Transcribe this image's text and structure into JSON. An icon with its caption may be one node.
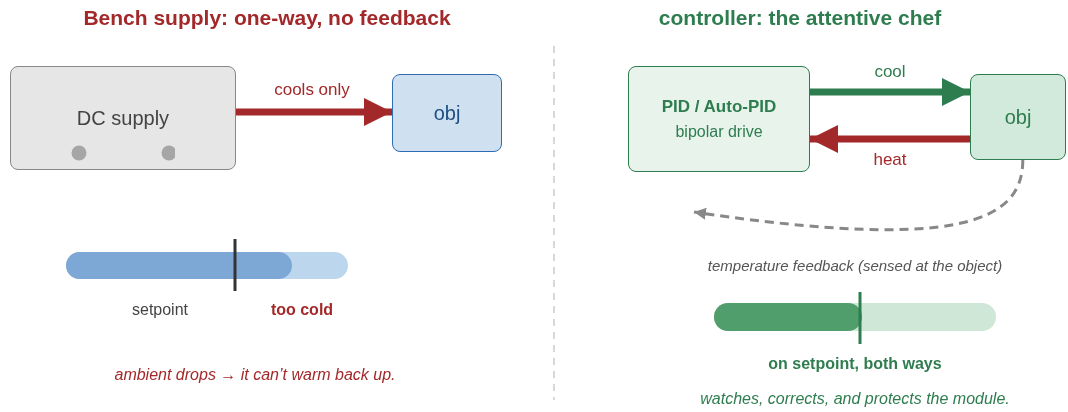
{
  "diagram": {
    "nodes": [
      {
        "text": [
          "DC supply"
        ]
      },
      {
        "text": [
          "obj"
        ]
      },
      {
        "text": [
          "PID / Auto-PID",
          "bipolar drive"
        ]
      },
      {
        "text": [
          "obj"
        ]
      }
    ],
    "edges": [
      {
        "from": 0,
        "to": 1,
        "arrow": "to",
        "label": "cools only"
      },
      {
        "from": 2,
        "to": 3,
        "arrow": "to",
        "label": "cool",
        "color": "#2e7d4f"
      },
      {
        "from": 3,
        "to": 2,
        "arrow": "to",
        "label": "heat"
      },
      {
        "from": 3,
        "to": null,
        "arrow": "to",
        "style": "dashed",
        "color": "#888888"
      }
    ],
    "labels": [
      "Bench supply: one-way, no feedback",
      "controller: the attentive chef",
      "temperature feedback (sensed at the object)",
      "setpoint",
      "too cold",
      "on setpoint, both ways",
      "ambient drops → it can’t warm back up.",
      "watches, corrects, and protects the module."
    ]
  }
}
